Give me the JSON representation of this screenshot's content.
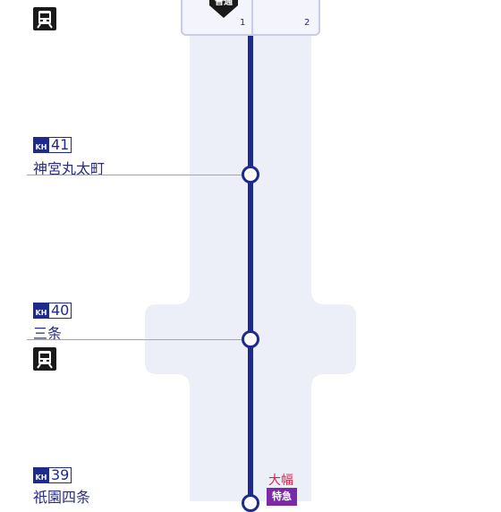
{
  "stop_position": {
    "cars": [
      "1",
      "2"
    ],
    "marker_label": "普通"
  },
  "stations": [
    {
      "code_prefix": "KH",
      "code_number": "41",
      "name": "神宮丸太町",
      "has_train_icon": false
    },
    {
      "code_prefix": "KH",
      "code_number": "40",
      "name": "三条",
      "has_train_icon": true
    },
    {
      "code_prefix": "KH",
      "code_number": "39",
      "name": "祇園四条",
      "has_train_icon": false
    }
  ],
  "train": {
    "destination": "大幅",
    "type": "特急"
  },
  "icons": {
    "train": "train-icon",
    "stop_marker": "stop-marker-icon"
  },
  "colors": {
    "line": "#1e2a8c",
    "track_bg": "#eceef8",
    "destination": "#d6264a",
    "type_badge": "#7a2aa8"
  }
}
